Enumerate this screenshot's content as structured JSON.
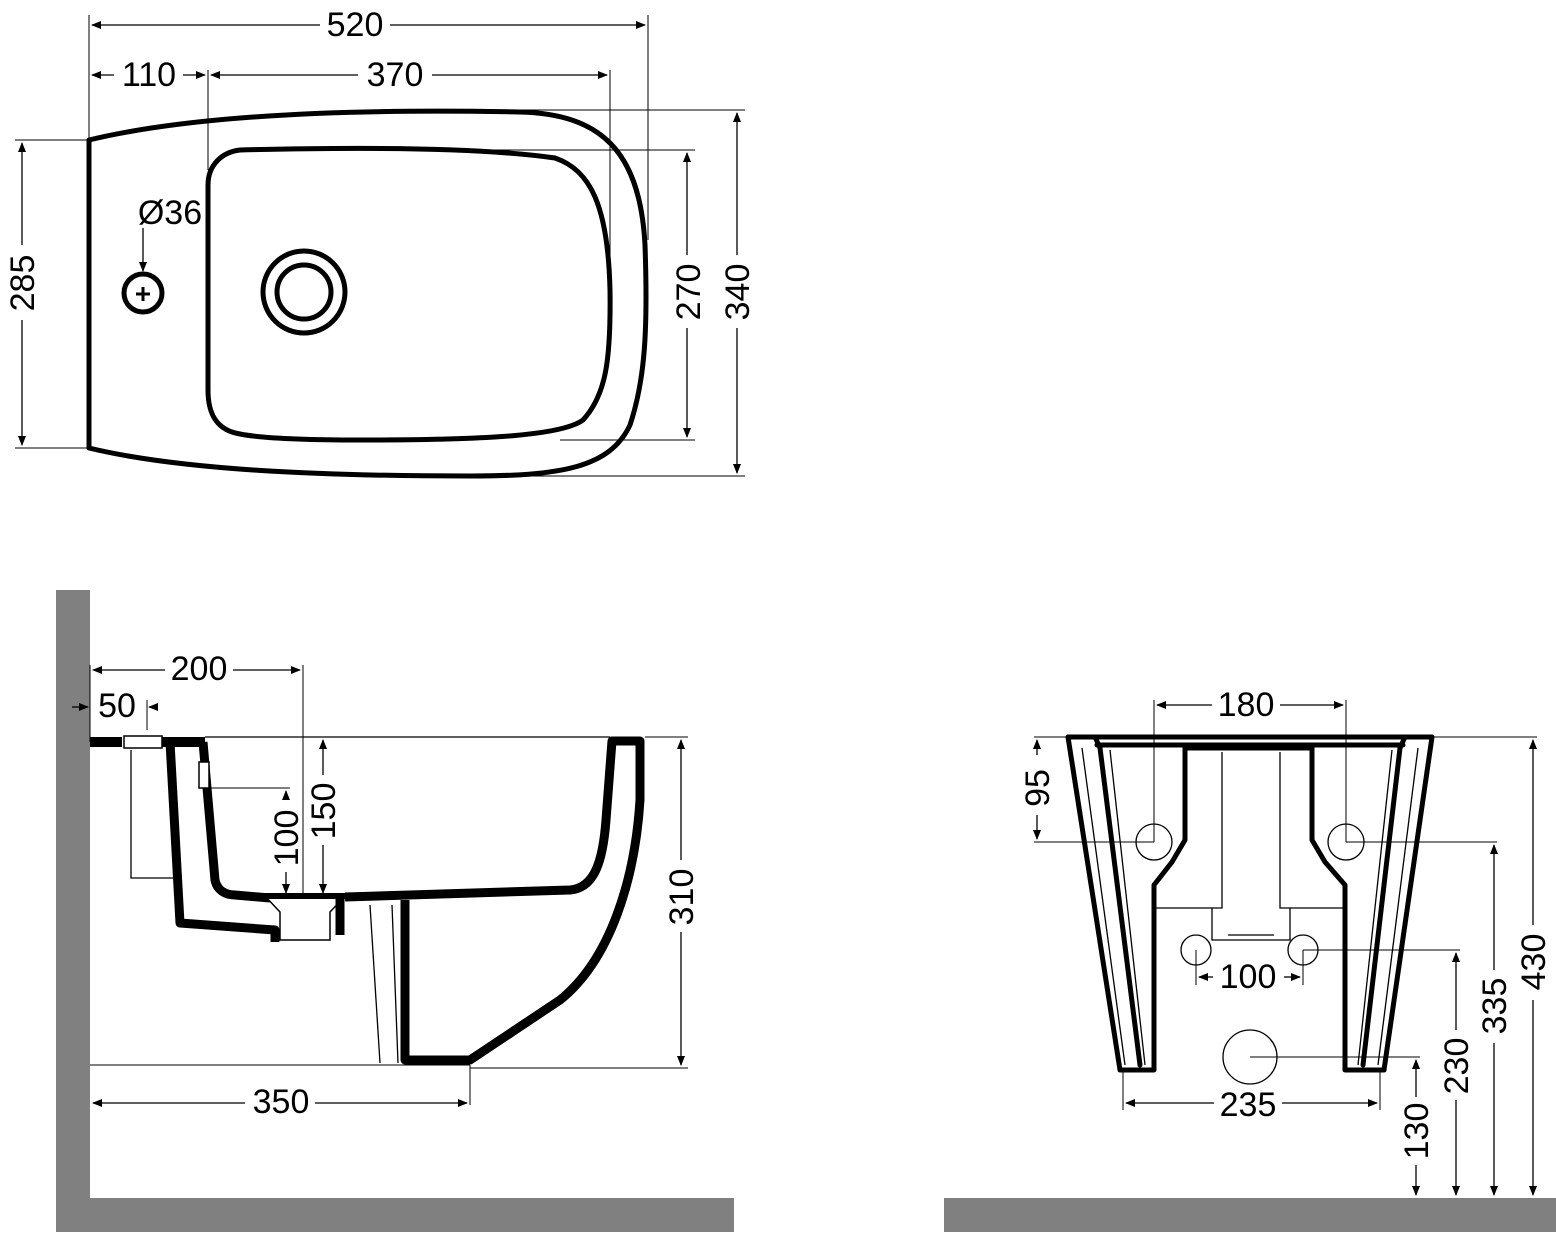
{
  "top_view": {
    "width_overall": "520",
    "rim_offset": "110",
    "bowl_length": "370",
    "tap_hole": "Ø36",
    "height_left": "285",
    "bowl_width": "270",
    "width_total": "340"
  },
  "side_view": {
    "tap_from_wall": "200",
    "inlet_from_wall": "50",
    "drain_height": "100",
    "inlet_height": "150",
    "total_height": "310",
    "depth_bottom": "350"
  },
  "front_view": {
    "bolt_spacing_top": "180",
    "bolt_height_offset": "95",
    "pipe_spacing": "100",
    "base_width": "235",
    "floor_to_drain": "130",
    "floor_to_pipes": "230",
    "floor_to_bolts": "335",
    "overall_height": "430"
  },
  "colors": {
    "line": "#000000",
    "wall": "#808080",
    "background": "#ffffff"
  }
}
